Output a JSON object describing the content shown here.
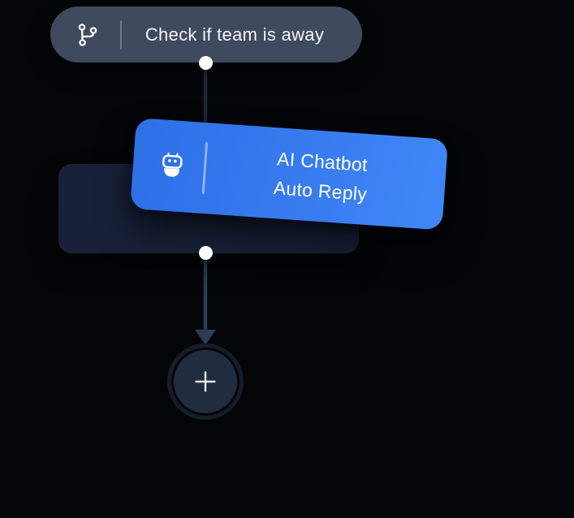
{
  "canvas": {
    "type": "workflow-builder"
  },
  "nodes": {
    "trigger": {
      "label": "Check if team is away",
      "icon": "git-branch-icon"
    },
    "action": {
      "title_line1": "AI Chatbot",
      "title_line2": "Auto Reply",
      "icon": "robot-icon"
    },
    "add_step": {
      "icon": "plus-icon"
    }
  },
  "colors": {
    "canvas-bg": "#040507",
    "trigger-bg": "#404a5e",
    "trigger-text": "#f3f5f9",
    "trigger-divider": "#707789",
    "action-bg-left": "#2e6fe6",
    "action-bg-right": "#3f87f7",
    "action-text": "#ffffff",
    "action-divider": "rgba(255,255,255,0.45)",
    "base-bg": "#182138",
    "edge-upper": "#1e2736",
    "edge-lower": "#2e3b56",
    "dot-color": "#ffffff",
    "add-ring": "#151d2b",
    "add-bg": "#222c40",
    "plus-color": "#e8edf6"
  }
}
